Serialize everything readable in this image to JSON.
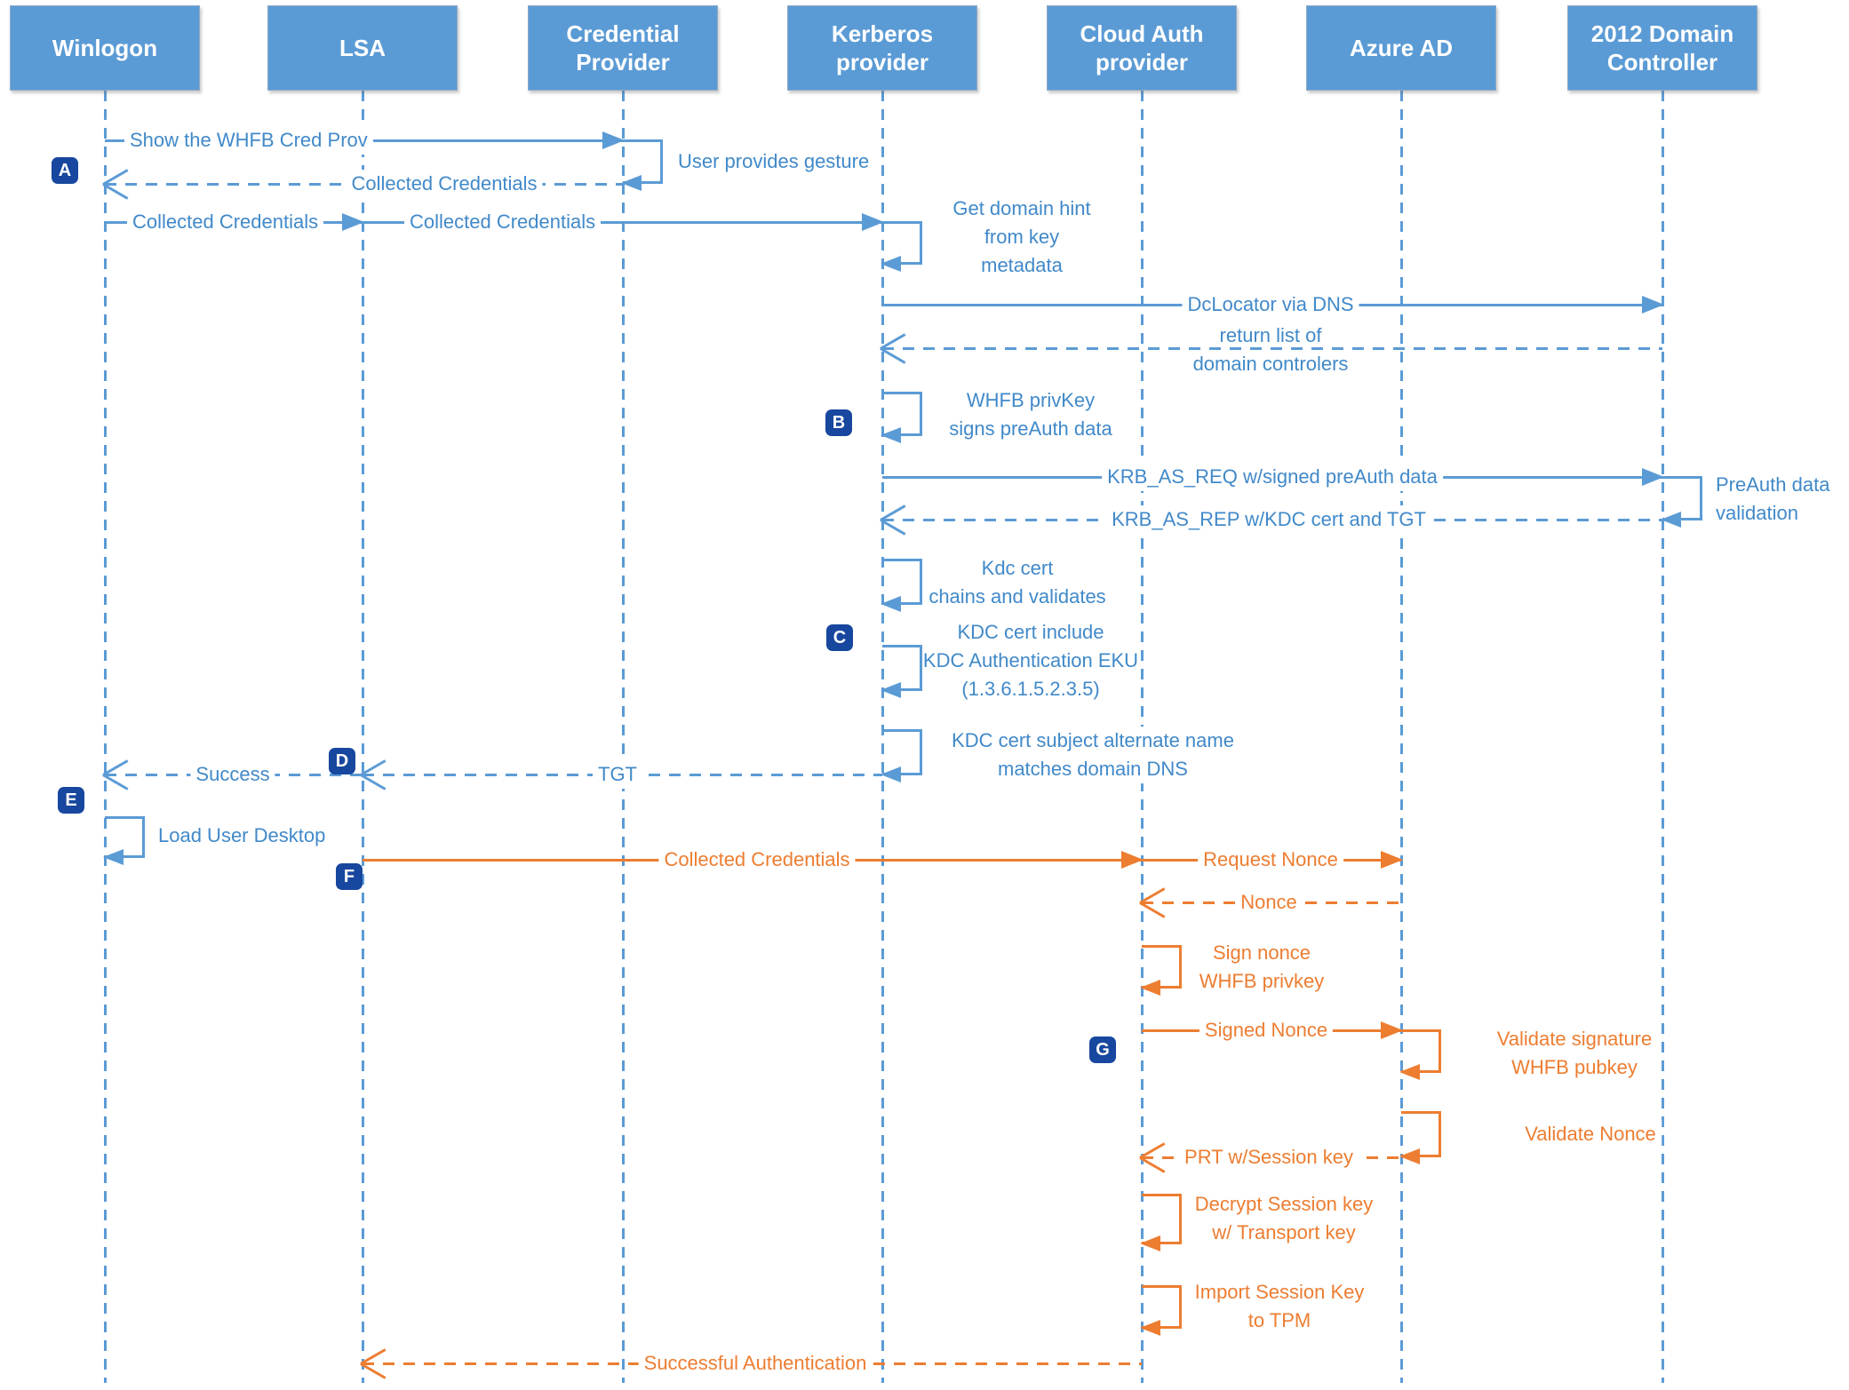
{
  "colors": {
    "actor_fill": "#5B9BD5",
    "blue_line": "#5B9BD5",
    "blue_text": "#4189C9",
    "orange": "#ED7D31",
    "badge_fill": "#17479E"
  },
  "actors": [
    {
      "label": "Winlogon"
    },
    {
      "label": "LSA"
    },
    {
      "label": "Credential\nProvider"
    },
    {
      "label": "Kerberos\nprovider"
    },
    {
      "label": "Cloud Auth\nprovider"
    },
    {
      "label": "Azure AD"
    },
    {
      "label": "2012 Domain\nController"
    }
  ],
  "badges": {
    "a": "A",
    "b": "B",
    "c": "C",
    "d": "D",
    "e": "E",
    "f": "F",
    "g": "G"
  },
  "messages": {
    "show_cred_prov": "Show the WHFB Cred Prov",
    "user_gesture": "User provides gesture",
    "collected_creds_return": "Collected Credentials",
    "collected_creds_lsa": "Collected Credentials",
    "collected_creds_kerb": "Collected Credentials",
    "get_domain_hint": "Get domain hint\nfrom key\nmetadata",
    "dclocator": "DcLocator via DNS",
    "return_dc_list": "return list of\ndomain controlers",
    "whfb_privkey_signs": "WHFB privKey\nsigns preAuth data",
    "krb_as_req": "KRB_AS_REQ w/signed preAuth data",
    "preauth_validation": "PreAuth data\nvalidation",
    "krb_as_rep": "KRB_AS_REP w/KDC cert and TGT",
    "kdc_cert_chains": "Kdc cert\nchains and validates",
    "kdc_cert_eku": "KDC cert include\nKDC Authentication EKU\n(1.3.6.1.5.2.3.5)",
    "kdc_cert_san": "KDC cert subject alternate name\nmatches domain DNS",
    "tgt": "TGT",
    "success": "Success",
    "load_desktop": "Load User Desktop",
    "collected_creds_cloud": "Collected Credentials",
    "request_nonce": "Request Nonce",
    "nonce": "Nonce",
    "sign_nonce": "Sign nonce\nWHFB privkey",
    "signed_nonce": "Signed Nonce",
    "validate_signature": "Validate signature\nWHFB pubkey",
    "validate_nonce": "Validate Nonce",
    "prt_session_key": "PRT w/Session key",
    "decrypt_session_key": "Decrypt Session key\nw/ Transport key",
    "import_session_key": "Import Session Key\nto TPM",
    "successful_auth": "Successful Authentication"
  }
}
